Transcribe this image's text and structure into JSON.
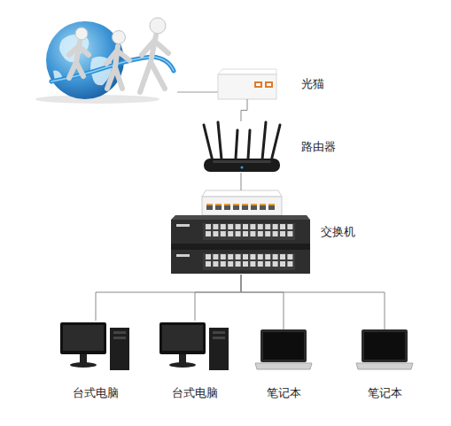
{
  "diagram": {
    "nodes": [
      {
        "text": [
          "光猫"
        ]
      },
      {
        "text": [
          "路由器"
        ]
      },
      {
        "text": [
          "交换机"
        ]
      },
      {
        "text": [
          "台式电脑"
        ]
      },
      {
        "text": [
          "台式电脑"
        ]
      },
      {
        "text": [
          "笔记本"
        ]
      },
      {
        "text": [
          "笔记本"
        ]
      }
    ],
    "edges": [
      {
        "from": 0,
        "to": 1,
        "arrow": "none"
      },
      {
        "from": 1,
        "to": 2,
        "arrow": "none"
      },
      {
        "from": 2,
        "to": 3,
        "arrow": "none"
      },
      {
        "from": 2,
        "to": 4,
        "arrow": "none"
      },
      {
        "from": 2,
        "to": 5,
        "arrow": "none"
      },
      {
        "from": 2,
        "to": 6,
        "arrow": "none"
      }
    ]
  }
}
